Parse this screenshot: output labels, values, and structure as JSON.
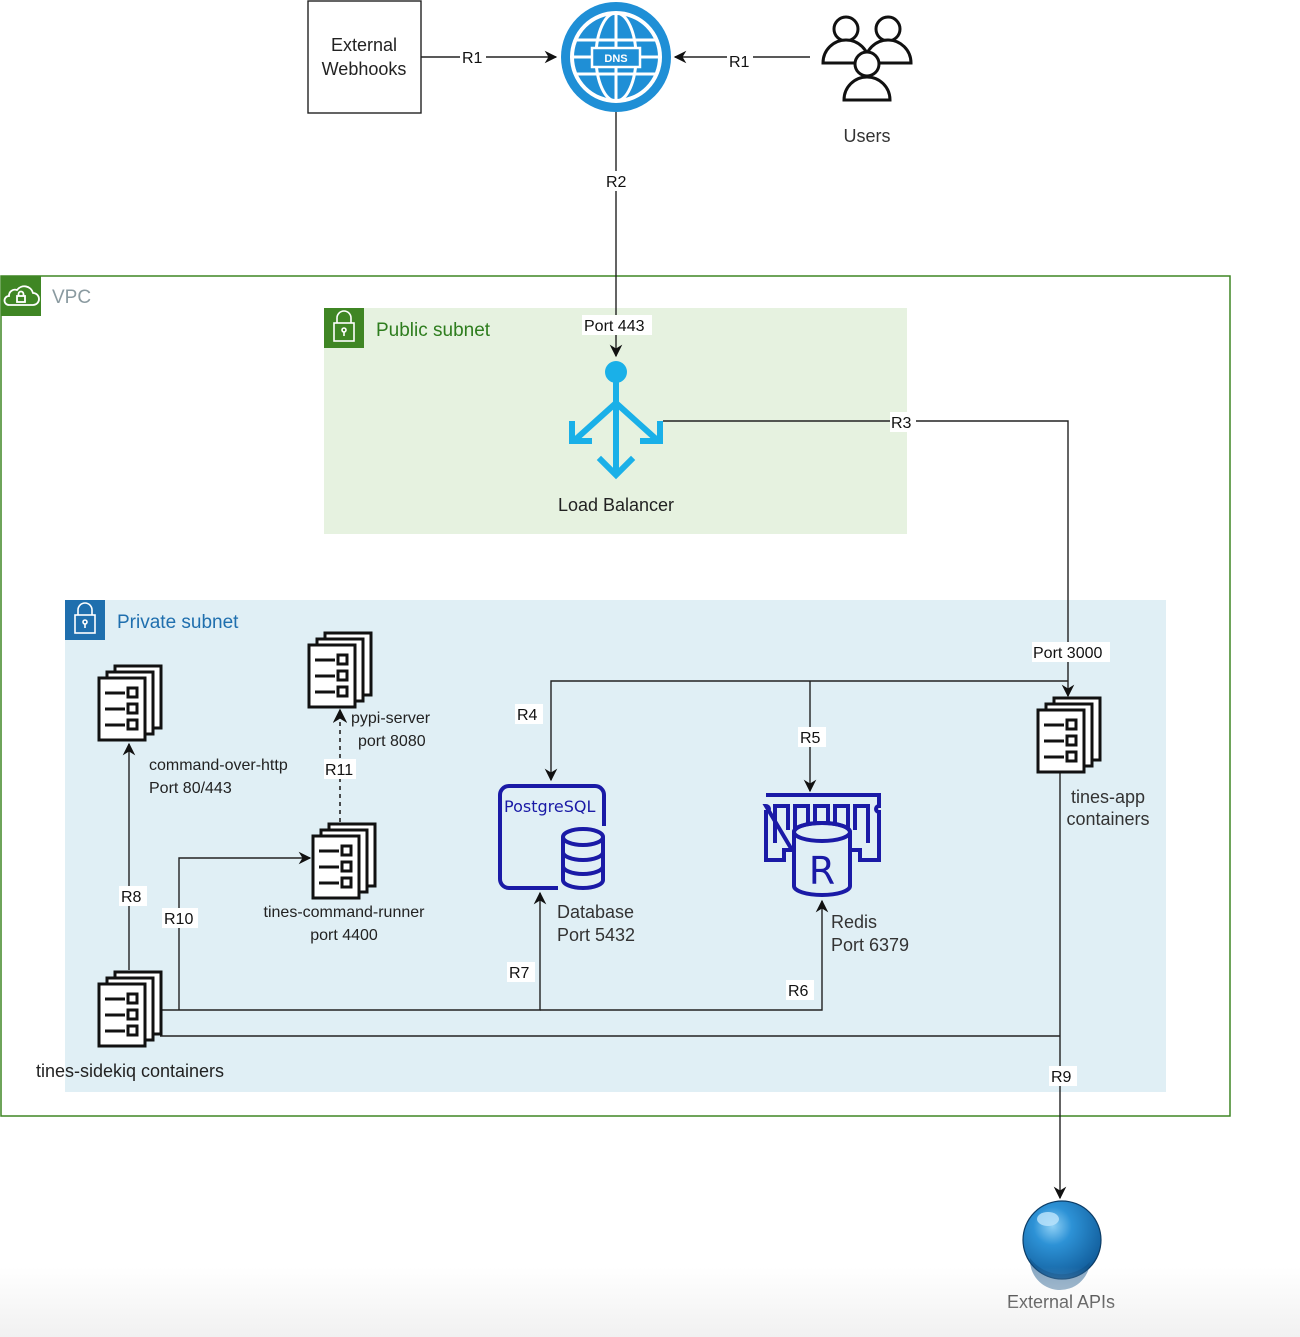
{
  "colors": {
    "vpc_border": "#3f8624",
    "vpc_icon_bg": "#3f8624",
    "public_subnet_bg": "#e6f2e0",
    "public_subnet_icon_bg": "#3f8624",
    "public_subnet_text": "#2e7d1e",
    "private_subnet_bg": "#e0eff5",
    "private_subnet_icon_bg": "#1f6fae",
    "private_subnet_text": "#1f6fae",
    "dns_blue": "#1f8fd6",
    "lb_blue": "#1ab0e8",
    "db_navy": "#1a1aa6",
    "globe_blue": "#1e7fc6"
  },
  "groups": {
    "vpc": {
      "label": "VPC"
    },
    "public_subnet": {
      "label": "Public subnet"
    },
    "private_subnet": {
      "label": "Private subnet"
    }
  },
  "nodes": {
    "external_webhooks": {
      "line1": "External",
      "line2": "Webhooks"
    },
    "dns": {
      "badge": "DNS"
    },
    "users": {
      "label": "Users"
    },
    "load_balancer": {
      "label": "Load Balancer"
    },
    "command_over_http": {
      "line1": "command-over-http",
      "line2": "Port 80/443"
    },
    "pypi_server": {
      "line1": "pypi-server",
      "line2": "port 8080"
    },
    "tines_command_runner": {
      "line1": "tines-command-runner",
      "line2": "port 4400"
    },
    "database": {
      "badge": "PostgreSQL",
      "line1": "Database",
      "line2": "Port 5432"
    },
    "redis": {
      "badge": "R",
      "line1": "Redis",
      "line2": "Port 6379"
    },
    "tines_app": {
      "line1": "tines-app",
      "line2": "containers"
    },
    "tines_sidekiq": {
      "label": "tines-sidekiq containers"
    },
    "external_apis": {
      "label": "External APIs"
    }
  },
  "edges": {
    "r1_webhooks": "R1",
    "r1_users": "R1",
    "r2": "R2",
    "port_443": "Port 443",
    "r3": "R3",
    "port_3000": "Port 3000",
    "r4": "R4",
    "r5": "R5",
    "r6": "R6",
    "r7": "R7",
    "r8": "R8",
    "r9": "R9",
    "r10": "R10",
    "r11": "R11"
  }
}
